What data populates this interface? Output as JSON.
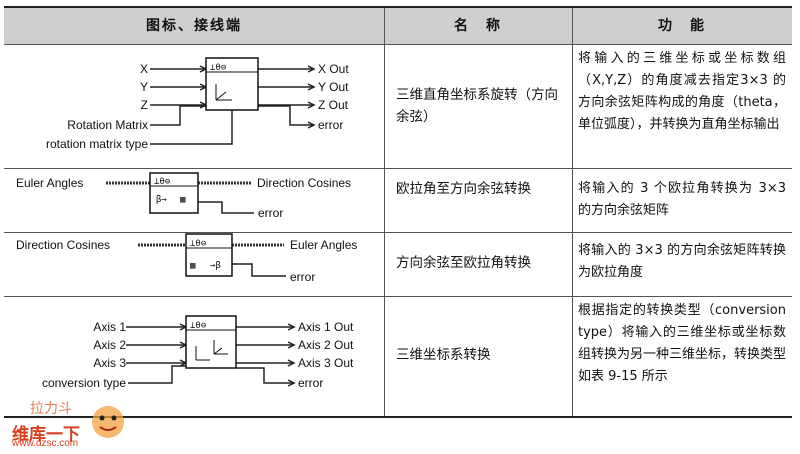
{
  "header": {
    "col1": "图标、接线端",
    "col2": "名　称",
    "col3": "功　能"
  },
  "rows": [
    {
      "name": "三维直角坐标系旋转（方向余弦）",
      "func": "将输入的三维坐标或坐标数组（X,Y,Z）的角度减去指定3×3 的方向余弦矩阵构成的角度（theta，单位弧度），并转换为直角坐标输出",
      "left_terms": [
        "X",
        "Y",
        "Z",
        "Rotation Matrix",
        "rotation matrix type"
      ],
      "right_terms": [
        "X Out",
        "Y Out",
        "Z Out",
        "error"
      ]
    },
    {
      "name": "欧拉角至方向余弦转换",
      "func": "将输入的 3 个欧拉角转换为 3×3 的方向余弦矩阵",
      "left_terms": [
        "Euler Angles"
      ],
      "right_terms": [
        "Direction Cosines",
        "error"
      ]
    },
    {
      "name": "方向余弦至欧拉角转换",
      "func": "将输入的 3×3 的方向余弦矩阵转换为欧拉角度",
      "left_terms": [
        "Direction Cosines"
      ],
      "right_terms": [
        "Euler Angles",
        "error"
      ]
    },
    {
      "name": "三维坐标系转换",
      "func": "根据指定的转换类型（conversion type）将输入的三维坐标或坐标数组转换为另一种三维坐标，转换类型如表 9-15 所示",
      "left_terms": [
        "Axis 1",
        "Axis 2",
        "Axis 3",
        "conversion type"
      ],
      "right_terms": [
        "Axis 1 Out",
        "Axis 2 Out",
        "Axis 3 Out",
        "error"
      ]
    }
  ],
  "watermark": {
    "text": "维库一下",
    "url": "www.dzsc.com",
    "badge": "拉力斗"
  }
}
